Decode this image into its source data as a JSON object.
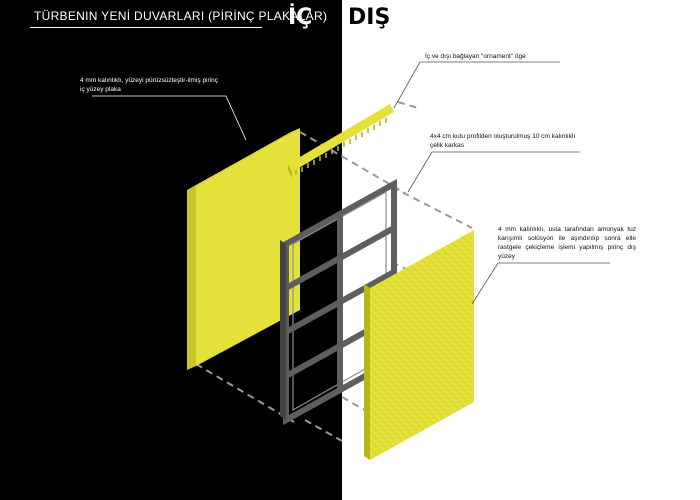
{
  "header": {
    "title": "TÜRBENIN YENİ DUVARLARI (PİRİNÇ PLAKALAR)",
    "inside_label": "İÇ",
    "outside_label": "DIŞ"
  },
  "annotations": {
    "inner_plate": "4 mm kalınlıklı, yüzeyi pürüzsüzleştir-ilmiş pirinç iç yüzey plaka",
    "ornament": "İç ve dışı bağlayan \"ornament\" öge",
    "steel_frame": "4x4 cm kutu profilden oluşturulmuş 10 cm kalınlıklı çelik karkas",
    "outer_plate": "4 mm kalınlıklı, usta tarafından amonyak tuz karışımlı solüsyon ile aşındırılıp sonra elle rastgele çekiçleme işlemi yapılmış pirinç dış yüzey"
  },
  "colors": {
    "brass": "#e4e23a",
    "brass_edge": "#b9b81a",
    "steel": "#6a6a6a",
    "steel_light": "#9a9a9a",
    "dashed": "#9a9a9a"
  }
}
